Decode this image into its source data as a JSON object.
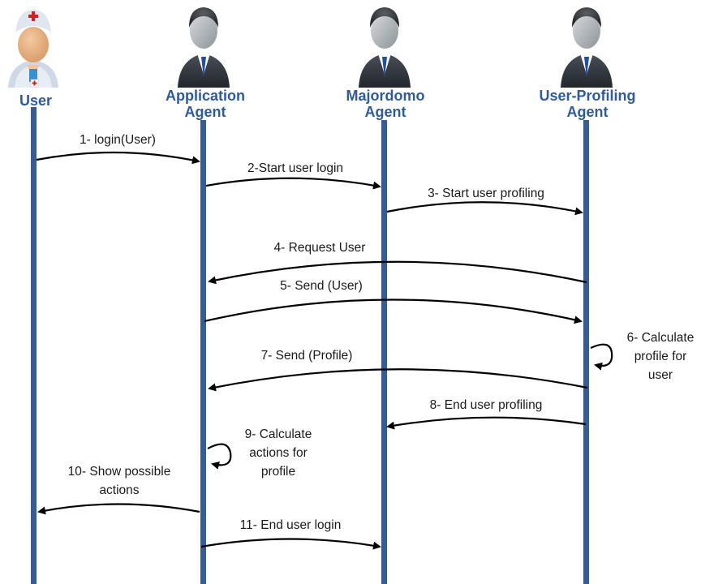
{
  "colors": {
    "lifeline": "#355d94",
    "actor_label": "#2f5b9a",
    "arrow": "#000000",
    "suit": "#3a3f47",
    "tie": "#1f4fa0",
    "nurse_cap": "#dfe6f0",
    "nurse_cross": "#d42020"
  },
  "actors": {
    "user": {
      "line1": "User",
      "line2": "",
      "icon": "nurse-icon"
    },
    "app": {
      "line1": "Application",
      "line2": "Agent",
      "icon": "businessman-icon"
    },
    "majordomo": {
      "line1": "Majordomo",
      "line2": "Agent",
      "icon": "businessman-icon"
    },
    "profiling": {
      "line1": "User-Profiling",
      "line2": "Agent",
      "icon": "businessman-icon"
    }
  },
  "messages": {
    "m1": {
      "lines": [
        "1- login(User)"
      ]
    },
    "m2": {
      "lines": [
        "2-Start user login"
      ]
    },
    "m3": {
      "lines": [
        "3- Start user profiling"
      ]
    },
    "m4": {
      "lines": [
        "4- Request User"
      ]
    },
    "m5": {
      "lines": [
        "5- Send (User)"
      ]
    },
    "m6": {
      "lines": [
        "6- Calculate",
        "profile for",
        "user"
      ]
    },
    "m7": {
      "lines": [
        "7- Send (Profile)"
      ]
    },
    "m8": {
      "lines": [
        "8- End user profiling"
      ]
    },
    "m9": {
      "lines": [
        "9- Calculate",
        "actions for",
        "profile"
      ]
    },
    "m10": {
      "lines": [
        "10- Show possible",
        "actions"
      ]
    },
    "m11": {
      "lines": [
        "11- End user login"
      ]
    }
  }
}
